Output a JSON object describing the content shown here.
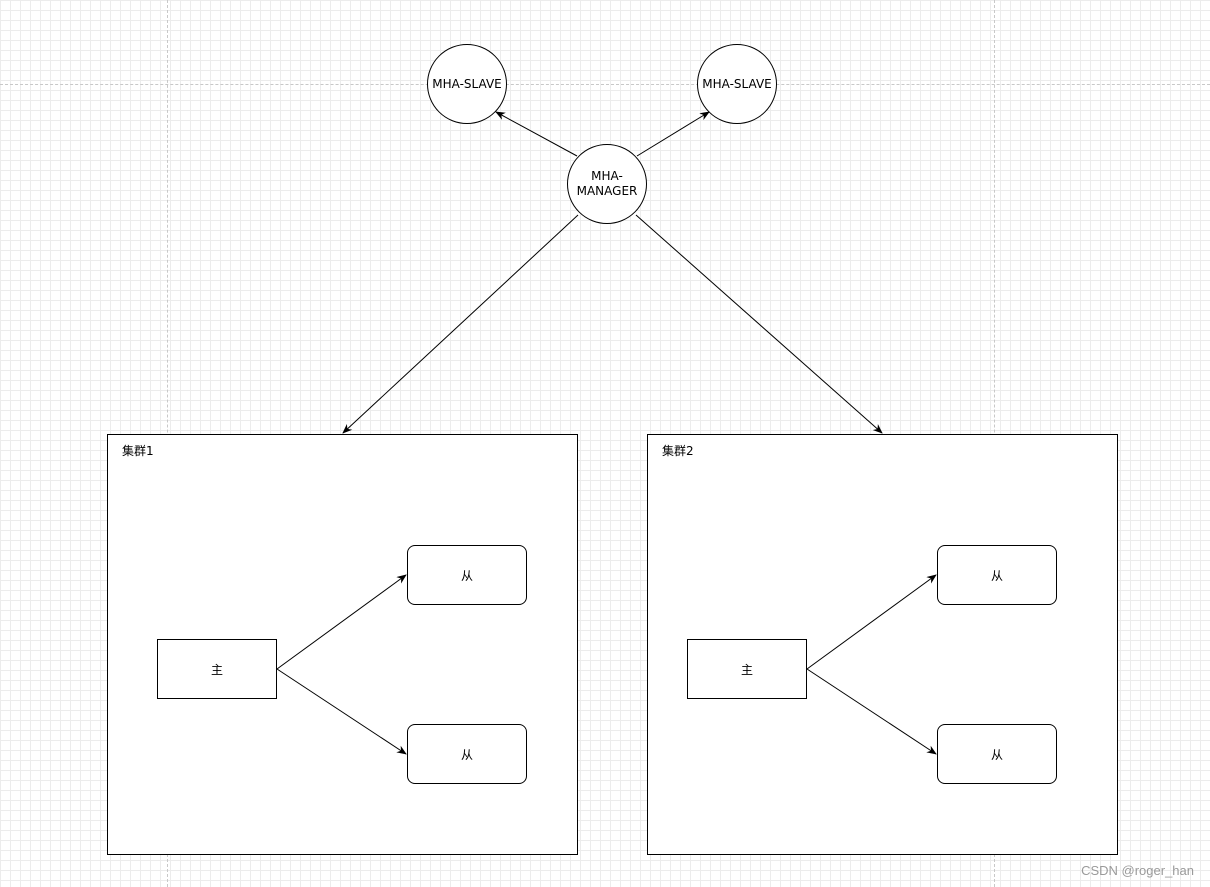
{
  "diagram": {
    "manager": {
      "label": "MHA-MANAGER"
    },
    "slaves": [
      {
        "label": "MHA-SLAVE"
      },
      {
        "label": "MHA-SLAVE"
      }
    ],
    "clusters": [
      {
        "title": "集群1",
        "master": {
          "label": "主"
        },
        "replicas": [
          {
            "label": "从"
          },
          {
            "label": "从"
          }
        ]
      },
      {
        "title": "集群2",
        "master": {
          "label": "主"
        },
        "replicas": [
          {
            "label": "从"
          },
          {
            "label": "从"
          }
        ]
      }
    ]
  },
  "watermark": "CSDN @roger_han"
}
